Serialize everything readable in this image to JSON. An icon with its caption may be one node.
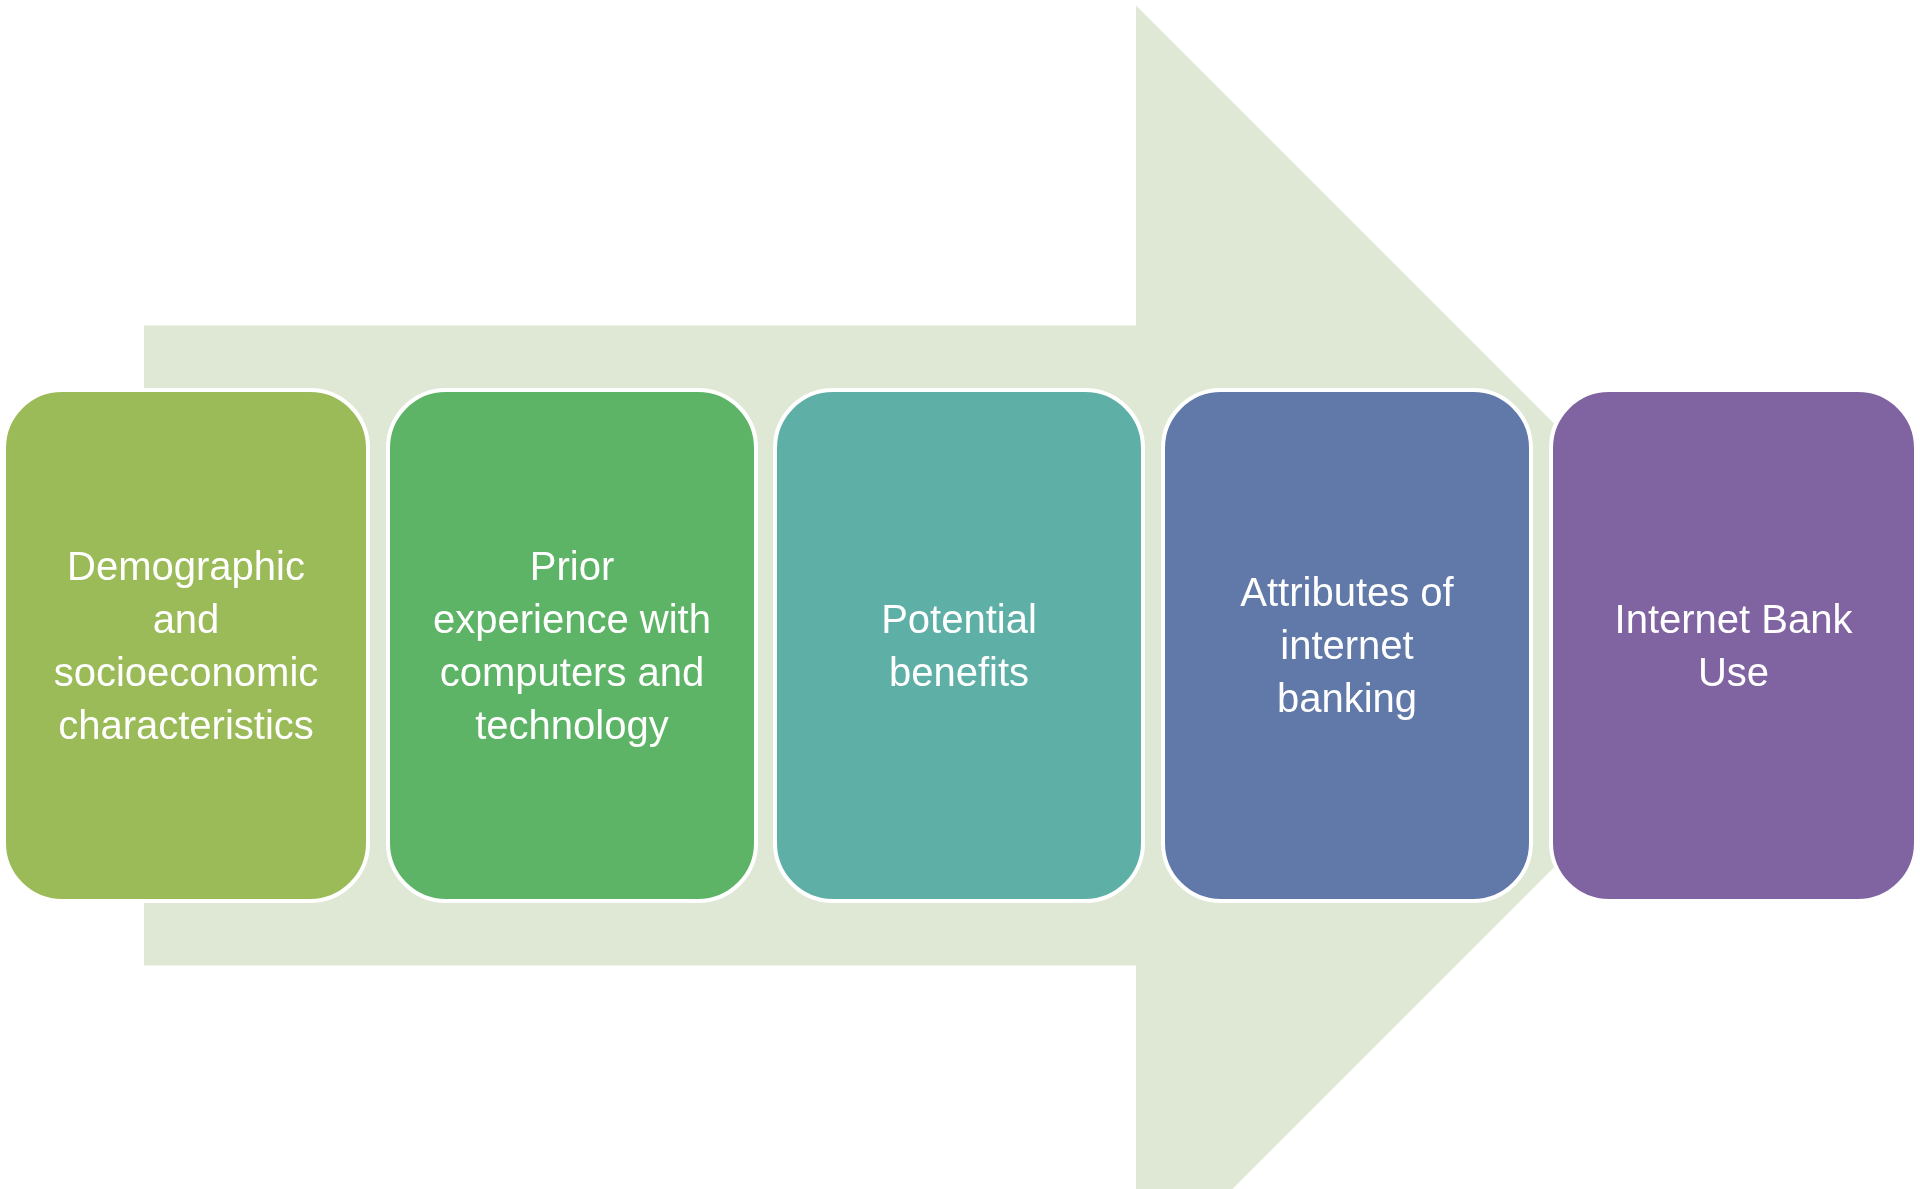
{
  "diagram": {
    "nodes": [
      {
        "text": [
          "Demographic and socioeconomic characteristics"
        ]
      },
      {
        "text": [
          "Prior experience with computers and technology"
        ]
      },
      {
        "text": [
          "Potential benefits"
        ]
      },
      {
        "text": [
          "Attributes of internet banking"
        ]
      },
      {
        "text": [
          "Internet Bank Use"
        ]
      }
    ],
    "edges": [
      {
        "from": 0,
        "to": 4,
        "arrow": "to"
      }
    ]
  }
}
